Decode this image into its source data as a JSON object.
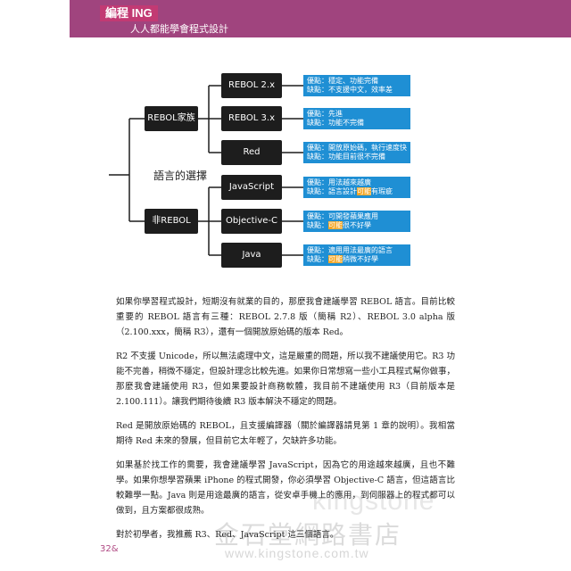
{
  "header": {
    "brand": "編程 ING",
    "subtitle": "人人都能學會程式設計"
  },
  "diagram": {
    "root_label": "語言的選擇",
    "groups": [
      {
        "label": "REBOL家族"
      },
      {
        "label": "非REBOL"
      }
    ],
    "languages": [
      {
        "name": "REBOL 2.x",
        "pros": "優點：穩定、功能完備",
        "cons": "缺點：不支援中文，效率差"
      },
      {
        "name": "REBOL 3.x",
        "pros": "優點：先進",
        "cons": "缺點：功能不完備"
      },
      {
        "name": "Red",
        "pros": "優點：開放原始碼，執行速度快",
        "cons": "缺點：功能目前很不完備"
      },
      {
        "name": "JavaScript",
        "pros": "優點：用法越來越廣",
        "cons_before": "缺點：語言設計",
        "cons_hl": "可能",
        "cons_after": "有瑕疵"
      },
      {
        "name": "Objective-C",
        "pros": "優點：可開發蘋果應用",
        "cons_before": "缺點：",
        "cons_hl": "可能",
        "cons_after": "很不好學"
      },
      {
        "name": "Java",
        "pros": "優點：適用用法最廣的語言",
        "cons_before": "缺點：",
        "cons_hl": "可能",
        "cons_after": "稍微不好學"
      }
    ]
  },
  "paragraphs": [
    "如果你學習程式設計，短期沒有就業的目的，那麼我會建議學習 REBOL 語言。目前比較重要的 REBOL 語言有三種：REBOL 2.7.8 版（簡稱 R2）、REBOL 3.0 alpha 版（2.100.xxx，簡稱 R3），還有一個開放原始碼的版本 Red。",
    "R2 不支援 Unicode，所以無法處理中文，這是嚴重的問題，所以我不建議使用它。R3 功能不完善，稍微不穩定，但設計理念比較先進。如果你日常想寫一些小工具程式幫你做事，那麼我會建議使用 R3，但如果要設計商務軟體，我目前不建議使用 R3（目前版本是 2.100.111）。讓我們期待後續 R3 版本解決不穩定的問題。",
    "Red 是開放原始碼的 REBOL，且支援編譯器（關於編譯器請見第 1 章的說明）。我相當期待 Red 未來的發展，但目前它太年輕了，欠缺許多功能。",
    "如果基於找工作的需要，我會建議學習 JavaScript，因為它的用途越來越廣，且也不難學。如果你想學習蘋果 iPhone 的程式開發，你必須學習 Objective-C 語言，但這語言比較難學一點。Java 則是用途最廣的語言，從安卓手機上的應用，到伺服器上的程式都可以做到，且方案都很成熟。",
    "對於初學者，我推薦 R3、Red、JavaScript 這三個語言。"
  ],
  "page_number": "32&",
  "watermark": {
    "line1": "kingstone",
    "line2": "金石堂網路書店",
    "line3": "www.kingstone.com.tw"
  },
  "colors": {
    "header": "#a0447e",
    "node": "#1d1d1d",
    "note": "#1f8fd4",
    "highlight": "#f5a623"
  }
}
